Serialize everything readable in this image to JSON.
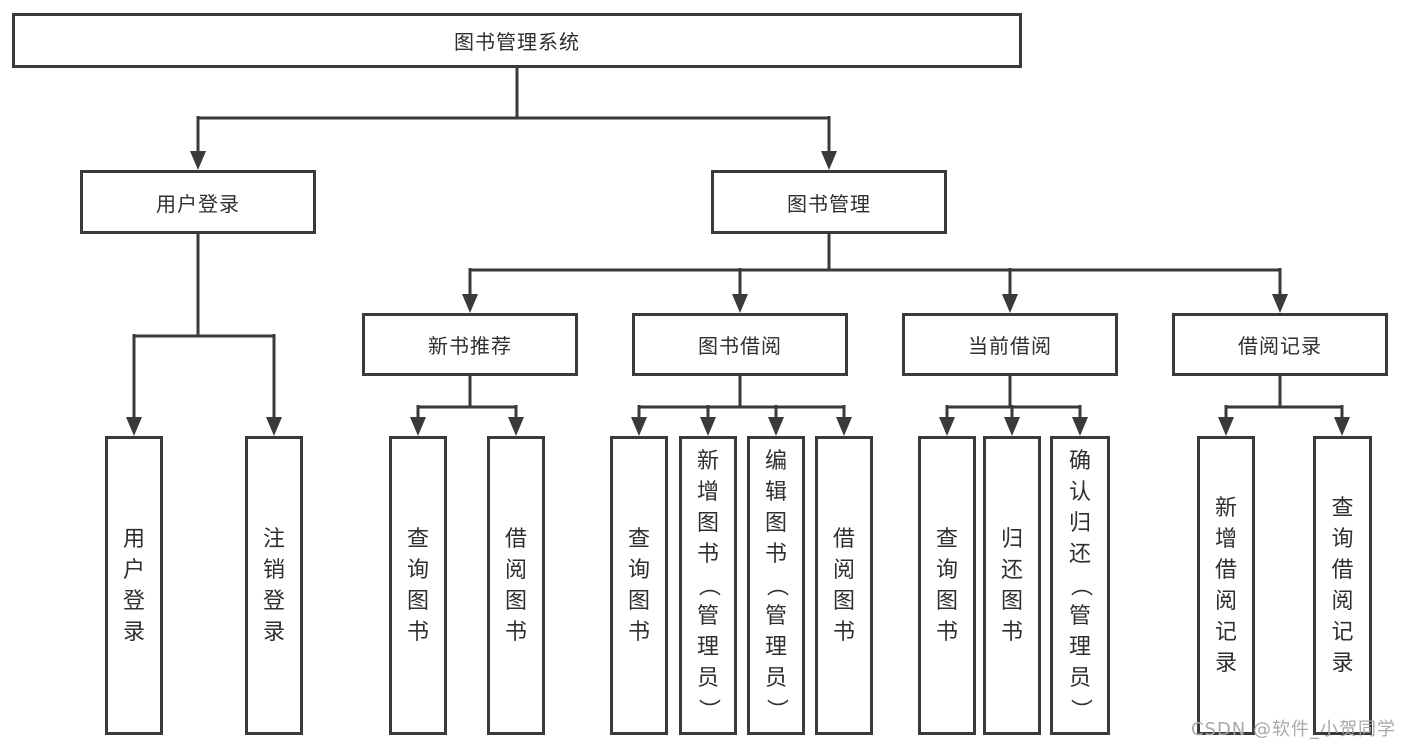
{
  "tree": {
    "label": "图书管理系统",
    "children": [
      {
        "label": "用户登录",
        "children": [
          {
            "label": "用户登录"
          },
          {
            "label": "注销登录"
          }
        ]
      },
      {
        "label": "图书管理",
        "children": [
          {
            "label": "新书推荐",
            "children": [
              {
                "label": "查询图书"
              },
              {
                "label": "借阅图书"
              }
            ]
          },
          {
            "label": "图书借阅",
            "children": [
              {
                "label": "查询图书"
              },
              {
                "label": "新增图书（管理员）"
              },
              {
                "label": "编辑图书（管理员）"
              },
              {
                "label": "借阅图书"
              }
            ]
          },
          {
            "label": "当前借阅",
            "children": [
              {
                "label": "查询图书"
              },
              {
                "label": "归还图书"
              },
              {
                "label": "确认归还（管理员）"
              }
            ]
          },
          {
            "label": "借阅记录",
            "children": [
              {
                "label": "新增借阅记录"
              },
              {
                "label": "查询借阅记录"
              }
            ]
          }
        ]
      }
    ]
  },
  "watermark": "CSDN @软件_小贺同学",
  "colors": {
    "line": "#3a3a3a",
    "text": "#2f2f2f",
    "watermark": "#a9a9a9",
    "background": "#ffffff"
  }
}
